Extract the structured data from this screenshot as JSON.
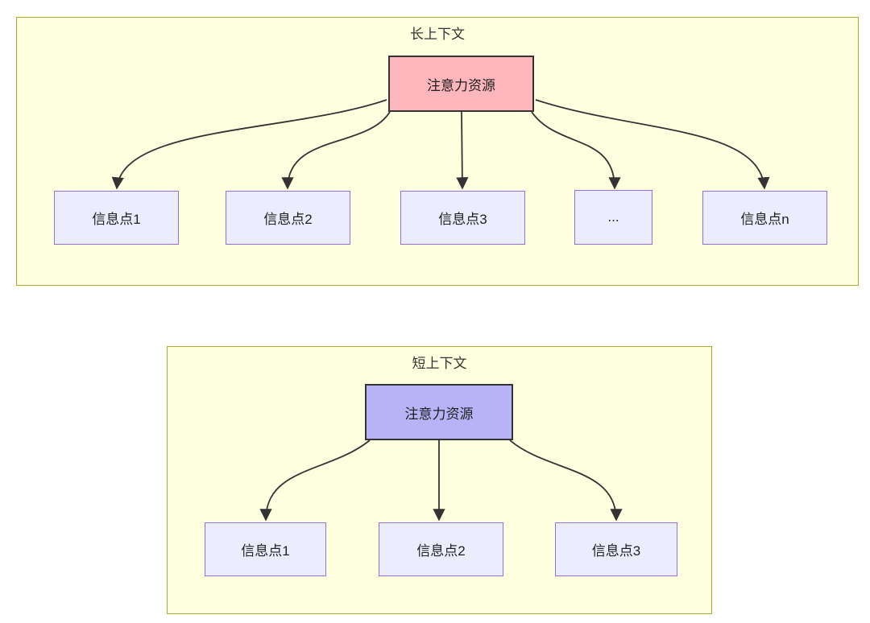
{
  "diagram": {
    "type": "flowchart",
    "groups": [
      {
        "id": "long-context",
        "title": "长上下文",
        "attention": {
          "label": "注意力资源",
          "fill": "#fdb6bc",
          "border": "#333333"
        },
        "info_nodes": [
          {
            "label": "信息点1"
          },
          {
            "label": "信息点2"
          },
          {
            "label": "信息点3"
          },
          {
            "label": "..."
          },
          {
            "label": "信息点n"
          }
        ],
        "edges": [
          "注意力资源→信息点1",
          "注意力资源→信息点2",
          "注意力资源→信息点3",
          "注意力资源→...",
          "注意力资源→信息点n"
        ]
      },
      {
        "id": "short-context",
        "title": "短上下文",
        "attention": {
          "label": "注意力资源",
          "fill": "#b6b3f7",
          "border": "#333333"
        },
        "info_nodes": [
          {
            "label": "信息点1"
          },
          {
            "label": "信息点2"
          },
          {
            "label": "信息点3"
          }
        ],
        "edges": [
          "注意力资源→信息点1",
          "注意力资源→信息点2",
          "注意力资源→信息点3"
        ]
      }
    ],
    "colors": {
      "group_fill": "#feffde",
      "group_border": "#aaaa33",
      "info_node_fill": "#ececff",
      "info_node_border": "#9370db",
      "attention_long_fill": "#fdb6bc",
      "attention_short_fill": "#b6b3f7",
      "attention_border": "#333333",
      "arrow": "#333333",
      "text": "#333333"
    }
  }
}
